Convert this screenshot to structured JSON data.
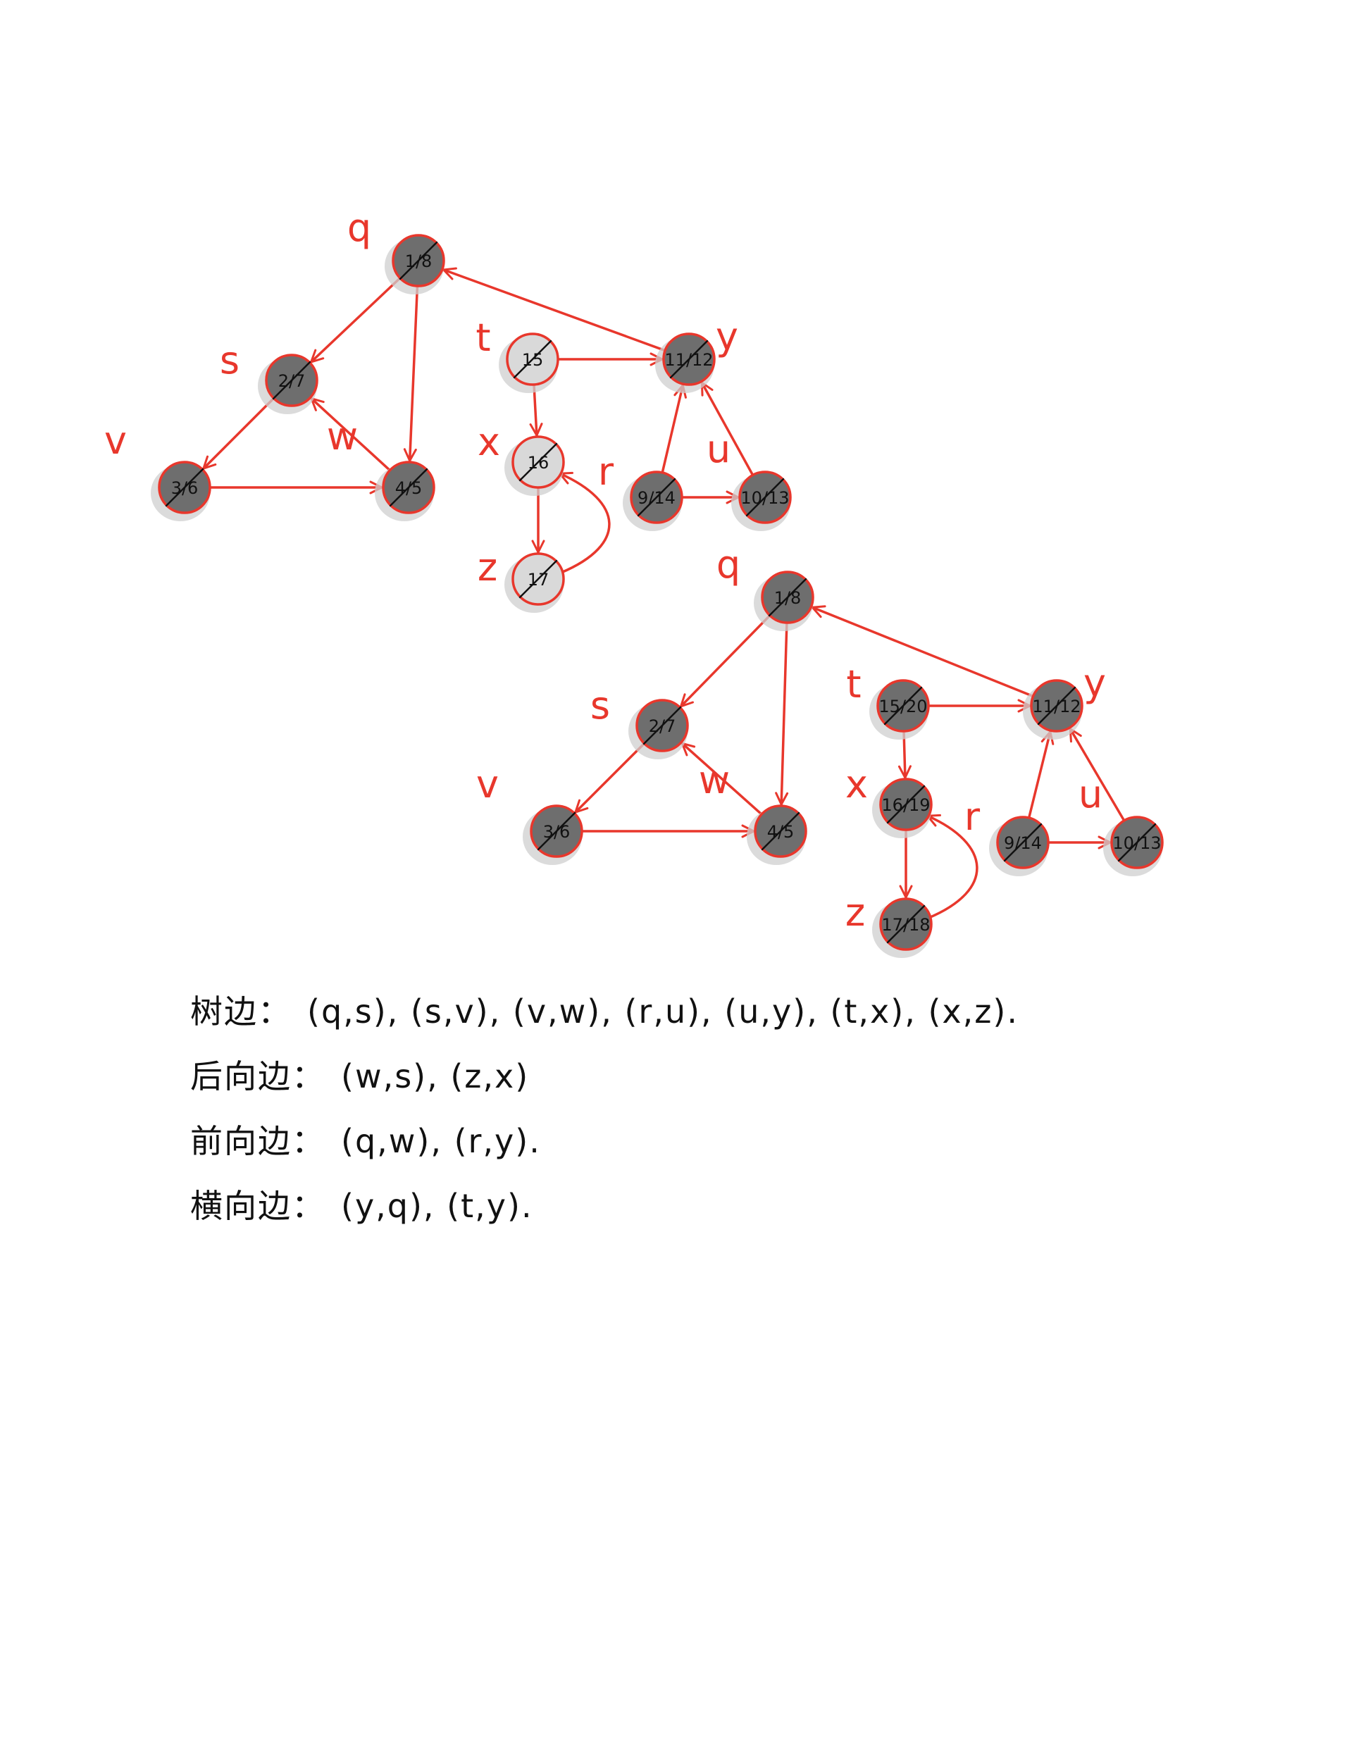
{
  "colors": {
    "stroke": "#e8372c",
    "black_node": "#6e6e6e",
    "gray_node": "#d9d9d9",
    "shadow": "#cfcfcf",
    "ink": "#111111"
  },
  "diagrams": [
    {
      "id": "dfs-step-1",
      "nodes": [
        {
          "id": "q",
          "label": "q",
          "time": "1/8",
          "color": "black"
        },
        {
          "id": "s",
          "label": "s",
          "time": "2/7",
          "color": "black"
        },
        {
          "id": "v",
          "label": "v",
          "time": "3/6",
          "color": "black"
        },
        {
          "id": "w",
          "label": "w",
          "time": "4/5",
          "color": "black"
        },
        {
          "id": "t",
          "label": "t",
          "time": "15",
          "color": "gray"
        },
        {
          "id": "x",
          "label": "x",
          "time": "16",
          "color": "gray"
        },
        {
          "id": "z",
          "label": "z",
          "time": "17",
          "color": "gray"
        },
        {
          "id": "y",
          "label": "y",
          "time": "11/12",
          "color": "black"
        },
        {
          "id": "r",
          "label": "r",
          "time": "9/14",
          "color": "black"
        },
        {
          "id": "u",
          "label": "u",
          "time": "10/13",
          "color": "black"
        }
      ],
      "edges": [
        {
          "from": "q",
          "to": "s"
        },
        {
          "from": "q",
          "to": "w"
        },
        {
          "from": "s",
          "to": "v"
        },
        {
          "from": "v",
          "to": "w"
        },
        {
          "from": "w",
          "to": "s"
        },
        {
          "from": "y",
          "to": "q"
        },
        {
          "from": "t",
          "to": "y"
        },
        {
          "from": "t",
          "to": "x"
        },
        {
          "from": "x",
          "to": "z"
        },
        {
          "from": "z",
          "to": "x",
          "curved": true
        },
        {
          "from": "r",
          "to": "y"
        },
        {
          "from": "r",
          "to": "u"
        },
        {
          "from": "u",
          "to": "y"
        }
      ]
    },
    {
      "id": "dfs-step-2",
      "nodes": [
        {
          "id": "q",
          "label": "q",
          "time": "1/8",
          "color": "black"
        },
        {
          "id": "s",
          "label": "s",
          "time": "2/7",
          "color": "black"
        },
        {
          "id": "v",
          "label": "v",
          "time": "3/6",
          "color": "black"
        },
        {
          "id": "w",
          "label": "w",
          "time": "4/5",
          "color": "black"
        },
        {
          "id": "t",
          "label": "t",
          "time": "15/20",
          "color": "black"
        },
        {
          "id": "x",
          "label": "x",
          "time": "16/19",
          "color": "black"
        },
        {
          "id": "z",
          "label": "z",
          "time": "17/18",
          "color": "black"
        },
        {
          "id": "y",
          "label": "y",
          "time": "11/12",
          "color": "black"
        },
        {
          "id": "r",
          "label": "r",
          "time": "9/14",
          "color": "black"
        },
        {
          "id": "u",
          "label": "u",
          "time": "10/13",
          "color": "black"
        }
      ],
      "edges": [
        {
          "from": "q",
          "to": "s"
        },
        {
          "from": "q",
          "to": "w"
        },
        {
          "from": "s",
          "to": "v"
        },
        {
          "from": "v",
          "to": "w"
        },
        {
          "from": "w",
          "to": "s"
        },
        {
          "from": "y",
          "to": "q"
        },
        {
          "from": "t",
          "to": "y"
        },
        {
          "from": "t",
          "to": "x"
        },
        {
          "from": "x",
          "to": "z"
        },
        {
          "from": "z",
          "to": "x",
          "curved": true
        },
        {
          "from": "r",
          "to": "y"
        },
        {
          "from": "r",
          "to": "u"
        },
        {
          "from": "u",
          "to": "y"
        }
      ]
    }
  ],
  "notes": {
    "tree_edges": {
      "label": "树边：",
      "value": "(q,s), (s,v), (v,w), (r,u), (u,y), (t,x), (x,z)."
    },
    "back_edges": {
      "label": "后向边：",
      "value": "(w,s), (z,x)"
    },
    "forward_edges": {
      "label": "前向边：",
      "value": "(q,w), (r,y)."
    },
    "cross_edges": {
      "label": "横向边：",
      "value": "(y,q), (t,y)."
    }
  }
}
